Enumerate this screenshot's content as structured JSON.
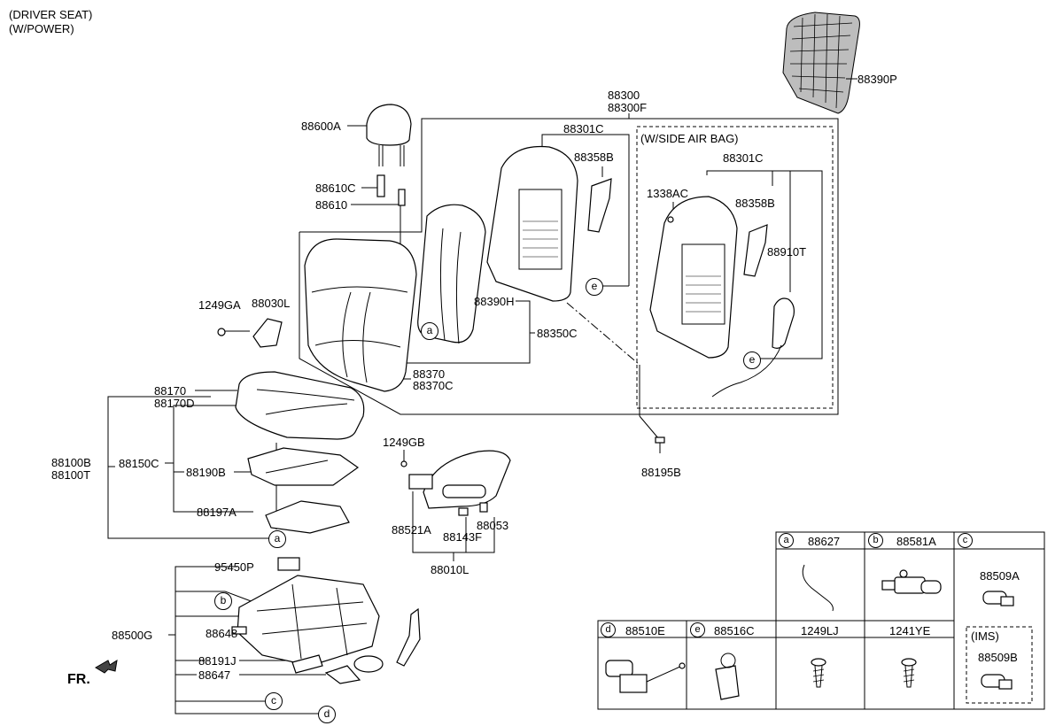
{
  "header": {
    "line1": "(DRIVER SEAT)",
    "line2": "(W/POWER)"
  },
  "labels": {
    "p88390P": "88390P",
    "p88300": "88300",
    "p88300F": "88300F",
    "p88301C_a": "88301C",
    "p88358B_a": "88358B",
    "side_airbag": "(W/SIDE AIR BAG)",
    "p88301C_b": "88301C",
    "p1338AC": "1338AC",
    "p88358B_b": "88358B",
    "p88910T": "88910T",
    "p88600A": "88600A",
    "p88610C": "88610C",
    "p88610": "88610",
    "p1249GA": "1249GA",
    "p88030L": "88030L",
    "p88390H": "88390H",
    "p88350C": "88350C",
    "p88370": "88370",
    "p88370C": "88370C",
    "p88170": "88170",
    "p88170D": "88170D",
    "p88100B": "88100B",
    "p88100T": "88100T",
    "p88150C": "88150C",
    "p88190B": "88190B",
    "p88197A": "88197A",
    "p1249GB": "1249GB",
    "p88195B": "88195B",
    "p88521A": "88521A",
    "p88143F": "88143F",
    "p88053": "88053",
    "p88010L": "88010L",
    "p95450P": "95450P",
    "p88500G": "88500G",
    "p88648": "88648",
    "p88191J": "88191J",
    "p88647": "88647",
    "fr": "FR."
  },
  "callouts": {
    "a": "a",
    "b": "b",
    "c": "c",
    "d": "d",
    "e": "e"
  },
  "table": {
    "a_part": "88627",
    "b_part": "88581A",
    "c_part": "88509A",
    "d_part": "88510E",
    "e_part": "88516C",
    "f_part": "1249LJ",
    "g_part": "1241YE",
    "ims": "(IMS)",
    "ims_part": "88509B"
  }
}
